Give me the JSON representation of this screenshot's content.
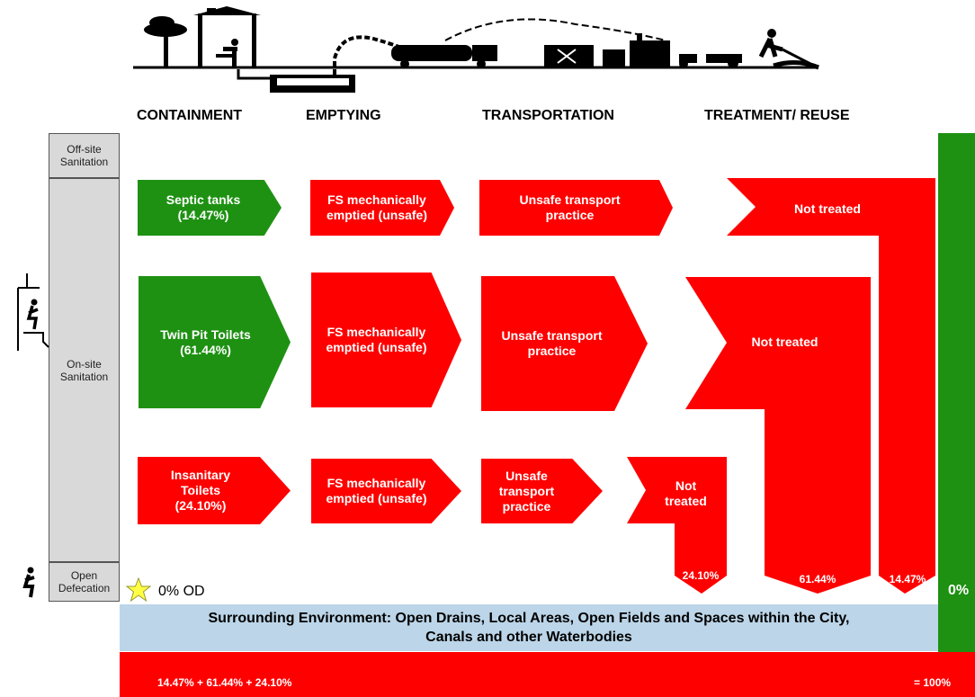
{
  "headers": {
    "containment": "CONTAINMENT",
    "emptying": "EMPTYING",
    "transportation": "TRANSPORTATION",
    "treatment": "TREATMENT/ REUSE"
  },
  "side_labels": {
    "offsite_line1": "Off-site",
    "offsite_line2": "Sanitation",
    "onsite_line1": "On-site",
    "onsite_line2": "Sanitation",
    "open_line1": "Open",
    "open_line2": "Defecation"
  },
  "rows": {
    "septic": {
      "containment": [
        "Septic tanks",
        "(14.47%)"
      ],
      "emptying": [
        "FS mechanically",
        "emptied (unsafe)"
      ],
      "transport": [
        "Unsafe transport",
        "practice"
      ],
      "treatment": "Not treated",
      "outflow": "14.47%"
    },
    "twinpit": {
      "containment": [
        "Twin Pit Toilets",
        "(61.44%)"
      ],
      "emptying": [
        "FS mechanically",
        "emptied (unsafe)"
      ],
      "transport": [
        "Unsafe transport",
        "practice"
      ],
      "treatment": "Not treated",
      "outflow": "61.44%"
    },
    "insanitary": {
      "containment": [
        "Insanitary",
        "Toilets",
        "(24.10%)"
      ],
      "emptying": [
        "FS mechanically",
        "emptied (unsafe)"
      ],
      "transport": [
        "Unsafe",
        "transport",
        "practice"
      ],
      "treatment": [
        "Not",
        "treated"
      ],
      "outflow": "24.10%"
    }
  },
  "od_label": "0% OD",
  "safe_pct": "0%",
  "environment": {
    "line1": "Surrounding Environment: Open Drains, Local Areas, Open Fields and Spaces within the City,",
    "line2": "Canals and other Waterbodies"
  },
  "totals": {
    "sum": "14.47% + 61.44% + 24.10%",
    "total": "= 100%"
  },
  "colors": {
    "unsafe": "#ff0000",
    "safe": "#1e9112",
    "environment": "#bcd5e8",
    "sanitation_panel": "#d9d9d9"
  }
}
